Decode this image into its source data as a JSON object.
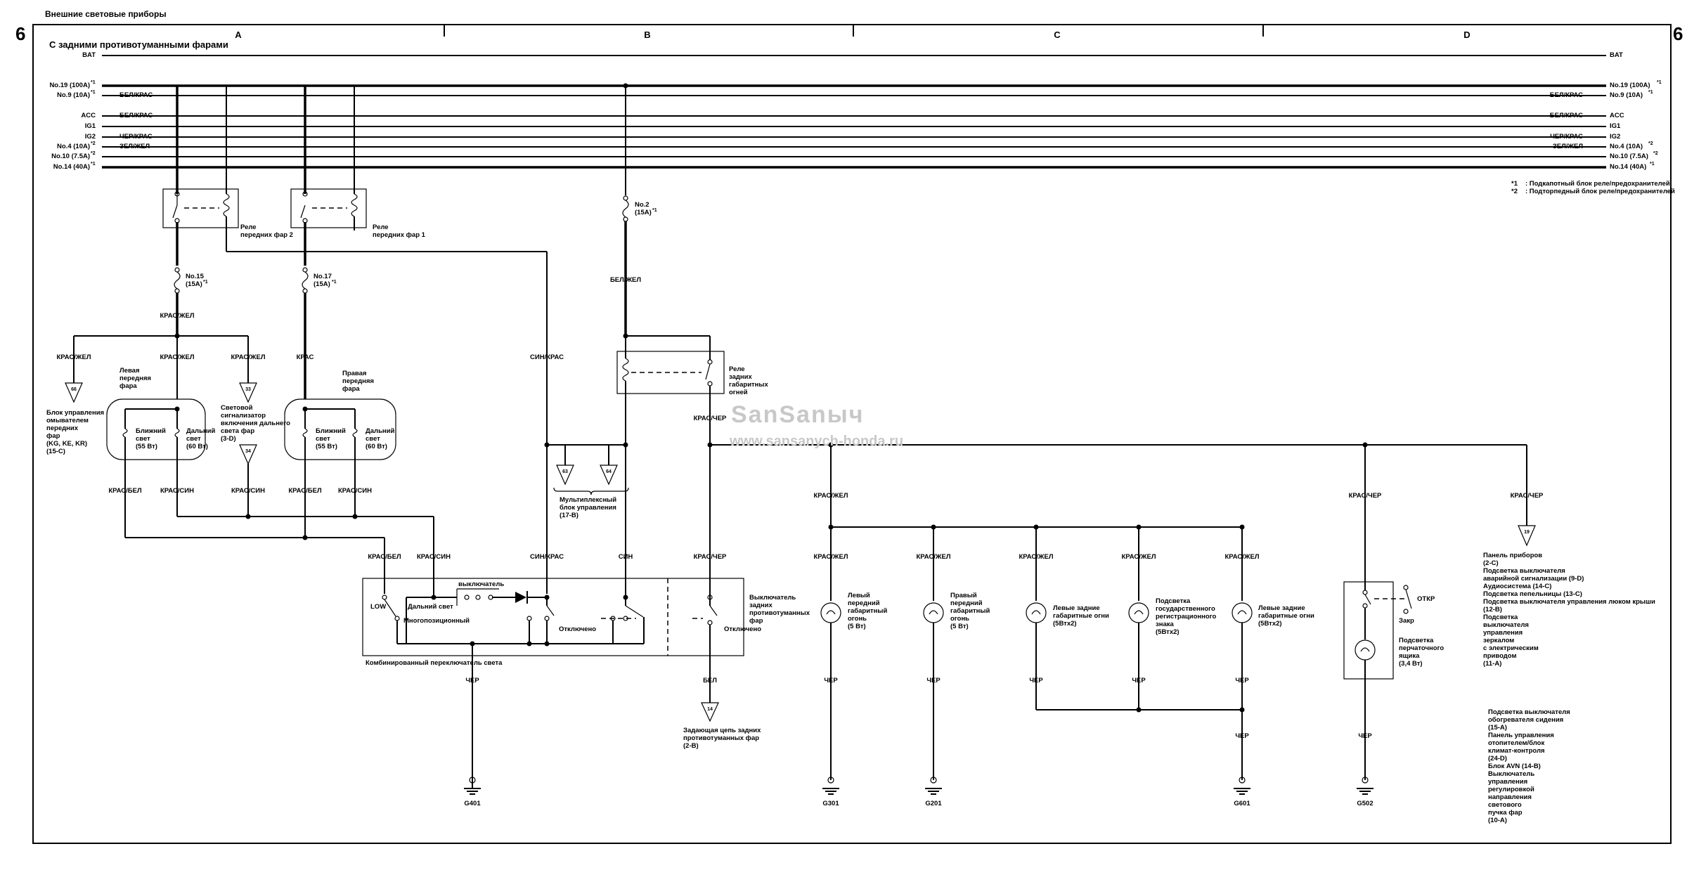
{
  "page": {
    "title": "Внешние световые приборы",
    "page_number_left": "6",
    "page_number_right": "6",
    "subtitle": "С задними противотуманными фарами",
    "columns": [
      "A",
      "B",
      "C",
      "D"
    ]
  },
  "watermark": {
    "brand": "SanSanыч",
    "url": "www.sansanych-honda.ru"
  },
  "rails_left": [
    {
      "label": "BAT",
      "wire": ""
    },
    {
      "label": "No.19 (100A)",
      "sup": "*1",
      "wire": ""
    },
    {
      "label": "No.9 (10A)",
      "sup": "*1",
      "wire": "БЕЛ/КРАС"
    },
    {
      "label": "ACC",
      "wire": "БЕЛ/КРАС"
    },
    {
      "label": "IG1",
      "wire": ""
    },
    {
      "label": "IG2",
      "wire": "ЧЕР/КРАС"
    },
    {
      "label": "No.4 (10A)",
      "sup": "*2",
      "wire": "ЗЕЛ/ЖЕЛ"
    },
    {
      "label": "No.10 (7.5A)",
      "sup": "*2",
      "wire": ""
    },
    {
      "label": "No.14 (40A)",
      "sup": "*1",
      "wire": ""
    }
  ],
  "rails_right": [
    {
      "label": "BAT",
      "wire": ""
    },
    {
      "label": "No.19 (100A)",
      "sup": "*1",
      "wire": ""
    },
    {
      "label": "No.9 (10A)",
      "sup": "*1",
      "wire": "БЕЛ/КРАС"
    },
    {
      "label": "ACC",
      "wire": "БЕЛ/КРАС"
    },
    {
      "label": "IG1",
      "wire": ""
    },
    {
      "label": "IG2",
      "wire": "ЧЕР/КРАС"
    },
    {
      "label": "No.4 (10A)",
      "sup": "*2",
      "wire": "ЗЕЛ/ЖЕЛ"
    },
    {
      "label": "No.10 (7.5A)",
      "sup": "*2",
      "wire": ""
    },
    {
      "label": "No.14 (40A)",
      "sup": "*1",
      "wire": ""
    }
  ],
  "notes": [
    {
      "mark": "*1",
      "text": ": Подкапотный блок реле/предохранителей"
    },
    {
      "mark": "*2",
      "text": ": Подторпедный блок реле/предохранителей"
    }
  ],
  "relays": {
    "headlight_2": "Реле\nпередних фар 2",
    "headlight_1": "Реле\nпередних фар 1",
    "rear_marker": "Реле\nзадних\nгабаритных\nогней"
  },
  "fuses": {
    "no15": "No.15\n(15A)",
    "no17": "No.17\n(15A)",
    "no2": "No.2\n(15A)",
    "sup1": "*1"
  },
  "wires": {
    "kras_zhel": "КРАС/ЖЕЛ",
    "kras": "КРАС",
    "kras_bel": "КРАС/БЕЛ",
    "kras_sin": "КРАС/СИН",
    "sin_kras": "СИН/КРАС",
    "sin": "СИН",
    "bel_zhel": "БЕЛ/ЖЕЛ",
    "kras_cher": "КРАС/ЧЕР",
    "cher": "ЧЕР",
    "bel": "БЕЛ"
  },
  "components": {
    "left_headlight": "Левая\nпередняя\nфара",
    "right_headlight": "Правая\nпередняя\nфара",
    "low_beam": "Ближний\nсвет\n(55 Вт)",
    "high_beam": "Дальний\nсвет\n(60 Вт)",
    "washer_unit": "Блок управления\nомывателем\nпередних\nфар\n(KG, KE, KR)\n(15-C)",
    "high_beam_indicator": "Световой\nсигнализатор\nвключения дальнего\nсвета фар\n(3-D)",
    "mux_unit": "Мультиплексный\nблок управления\n(17-B)",
    "combo_switch": "Комбинированный переключатель света",
    "switch_label": "выключатель",
    "high_beam_pos": "Дальний свет",
    "multi_pos": "Многопозиционный",
    "low_pos": "LOW",
    "off_pos": "Отключено",
    "fog_switch": "Выключатель\nзадних\nпротивотуманных\nфар",
    "fog_off": "Отключено",
    "fog_circuit": "Задающая цепь задних\nпротивотуманных фар\n(2-B)",
    "lf_marker": "Левый\nпередний\nгабаритный\nогонь\n(5 Вт)",
    "rf_marker": "Правый\nпередний\nгабаритный\nогонь\n(5 Вт)",
    "lr_tail": "Левые задние\nгабаритные огни\n(5Втx2)",
    "plate_light": "Подсветка\nгосударственного\nрегистрационного\nзнака\n(5Втx2)",
    "rr_tail": "Левые задние\nгабаритные огни\n(5Втx2)",
    "glovebox_light": "Подсветка\nперчаточного\nящика\n(3,4 Вт)",
    "glovebox_open": "ОТКР",
    "glovebox_closed": "Закр"
  },
  "connectors": {
    "c66": "66",
    "c33": "33",
    "c34": "34",
    "c63": "63",
    "c64": "64",
    "c14": "14",
    "c19": "19"
  },
  "grounds": [
    "G401",
    "G301",
    "G201",
    "G601",
    "G502"
  ],
  "list_1": [
    "Панель приборов\n(2-C)",
    "Подсветка выключателя\nаварийной сигнализации (9-D)",
    "Аудиосистема (14-C)",
    "Подсветка пепельницы (13-C)",
    "Подсветка выключателя управления люком крыши\n(12-B)",
    "Подсветка\nвыключателя\nуправления\nзеркалом\nс электрическим\nприводом\n(11-A)"
  ],
  "list_2": [
    "Подсветка выключателя\nобогревателя сидения\n(15-A)",
    "Панель управления\nотопителем/блок\nклимат-контроля\n(24-D)",
    "Блок AVN (14-B)",
    "Выключатель\nуправления\nрегулировкой\nнаправления\nсветового\nпучка фар\n(10-A)"
  ]
}
